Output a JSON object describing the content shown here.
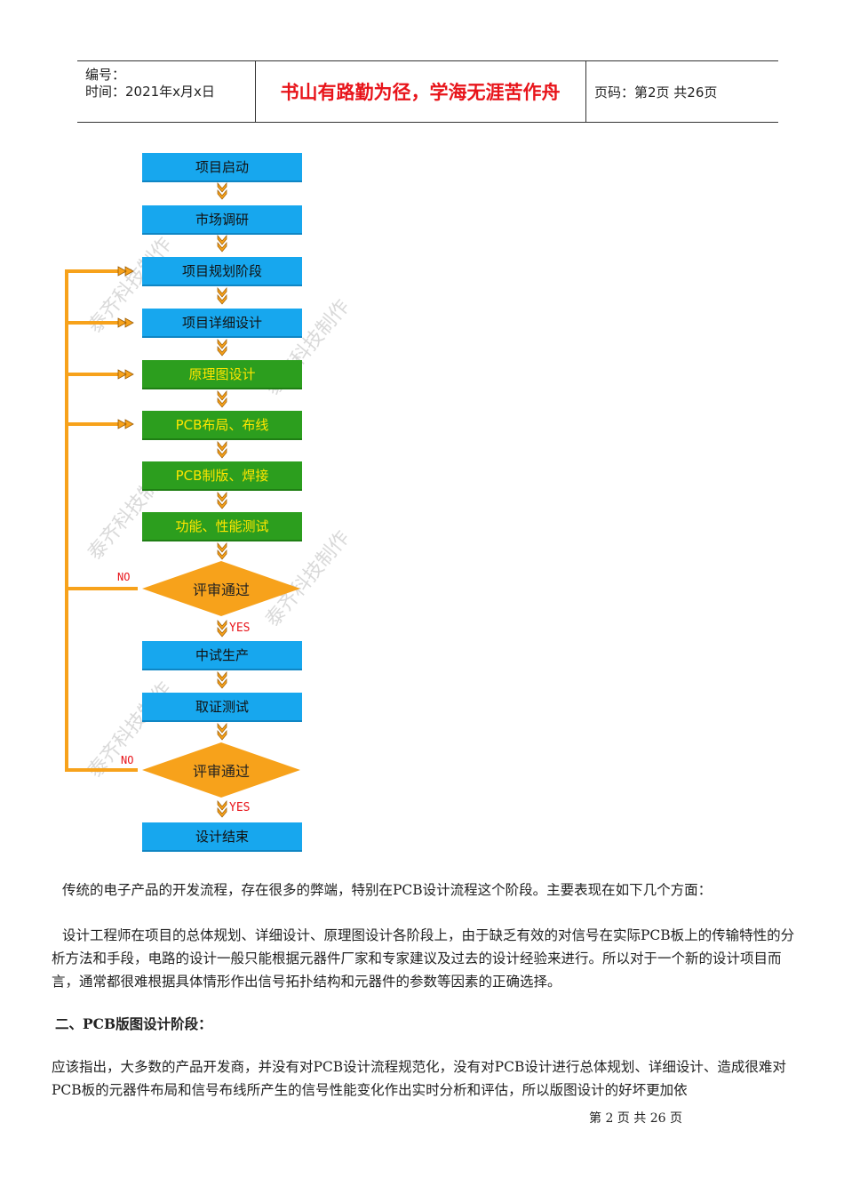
{
  "header": {
    "serial_label": "编号：",
    "time_label": "时间：2021年x月x日",
    "motto": "书山有路勤为径，学海无涯苦作舟",
    "page_info": "页码：第2页  共26页"
  },
  "flowchart": {
    "steps": [
      "项目启动",
      "市场调研",
      "项目规划阶段",
      "项目详细设计",
      "原理图设计",
      "PCB布局、布线",
      "PCB制版、焊接",
      "功能、性能测试"
    ],
    "review1": "评审通过",
    "steps2": [
      "中试生产",
      "取证测试"
    ],
    "review2": "评审通过",
    "end": "设计结束",
    "no_label": "NO",
    "yes_label": "YES",
    "watermark": "泰齐科技制作",
    "colors": {
      "blue": "#17a7ee",
      "green": "#2c9e1e",
      "orange": "#f7a21b",
      "red": "#e8141a"
    }
  },
  "body": {
    "para1": "传统的电子产品的开发流程，存在很多的弊端，特别在PCB设计流程这个阶段。主要表现在如下几个方面：",
    "para2": "设计工程师在项目的总体规划、详细设计、原理图设计各阶段上，由于缺乏有效的对信号在实际PCB板上的传输特性的分析方法和手段，电路的设计一般只能根据元器件厂家和专家建议及过去的设计经验来进行。所以对于一个新的设计项目而言，通常都很难根据具体情形作出信号拓扑结构和元器件的参数等因素的正确选择。",
    "heading": "二、PCB版图设计阶段：",
    "para3": "应该指出，大多数的产品开发商，并没有对PCB设计流程规范化，没有对PCB设计进行总体规划、详细设计、造成很难对PCB板的元器件布局和信号布线所产生的信号性能变化作出实时分析和评估，所以版图设计的好坏更加依"
  },
  "footer": {
    "text": "第 2 页 共 26 页"
  }
}
